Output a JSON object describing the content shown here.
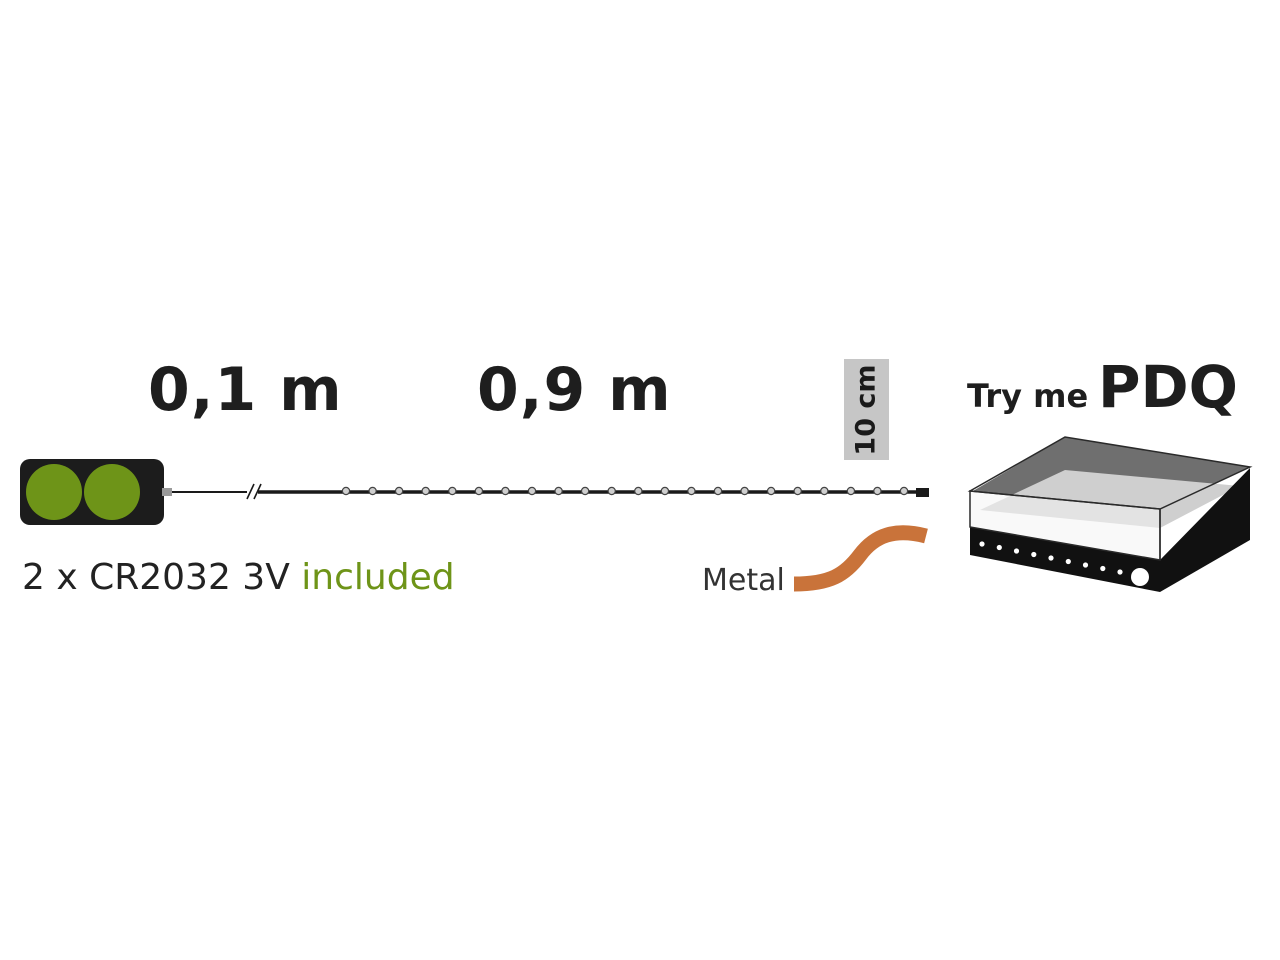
{
  "lengths": {
    "lead_cable": "0,1 m",
    "lit_section": "0,9 m"
  },
  "battery": {
    "text": "2 x CR2032 3V ",
    "highlight": "included",
    "cell_color": "#6e9418"
  },
  "led_spacing": "10 cm",
  "wire_material": {
    "label": "Metal",
    "color": "#c9733a"
  },
  "packaging": {
    "prefix": "Try me",
    "name": "PDQ"
  },
  "led_count": 22
}
